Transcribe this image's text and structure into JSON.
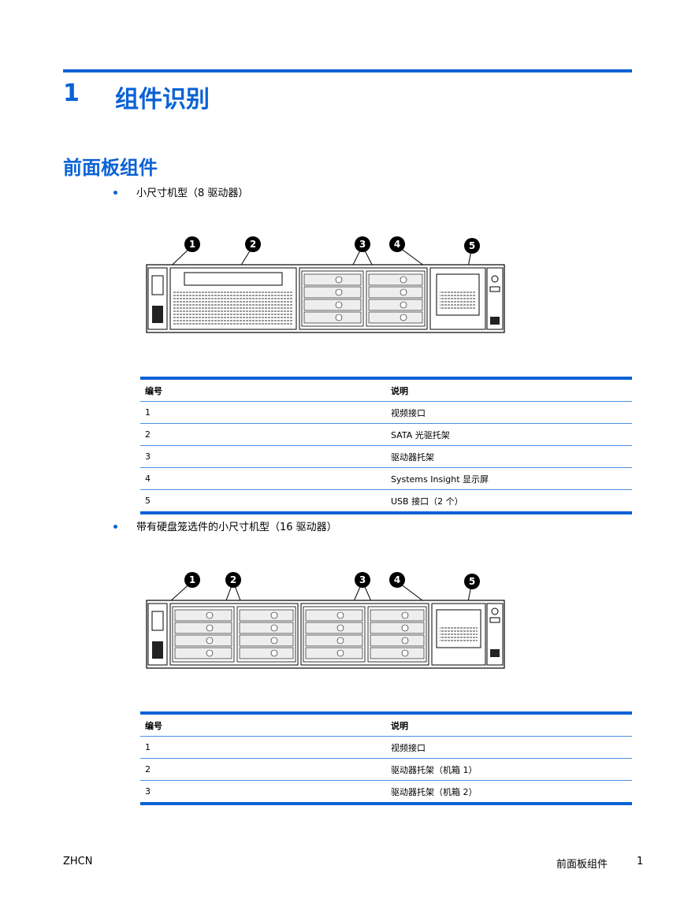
{
  "chapter": {
    "number": "1",
    "title": "组件识别"
  },
  "section": {
    "title": "前面板组件"
  },
  "bullets": [
    "小尺寸机型（8  驱动器）",
    "带有硬盘笼选件的小尺寸机型（16  驱动器）"
  ],
  "figure1": {
    "callouts": [
      "1",
      "2",
      "3",
      "4",
      "5"
    ]
  },
  "figure2": {
    "callouts": [
      "1",
      "2",
      "3",
      "4",
      "5"
    ]
  },
  "table1": {
    "headers": [
      "编号",
      "说明"
    ],
    "rows": [
      [
        "1",
        "视频接口"
      ],
      [
        "2",
        "SATA  光驱托架"
      ],
      [
        "3",
        "驱动器托架"
      ],
      [
        "4",
        "Systems  Insight  显示屏"
      ],
      [
        "5",
        "USB  接口（2  个）"
      ]
    ]
  },
  "table2": {
    "headers": [
      "编号",
      "说明"
    ],
    "rows": [
      [
        "1",
        "视频接口"
      ],
      [
        "2",
        "驱动器托架（机箱  1）"
      ],
      [
        "3",
        "驱动器托架（机箱  2）"
      ]
    ]
  },
  "footer": {
    "left": "ZHCN",
    "right": "前面板组件",
    "page": "1"
  }
}
